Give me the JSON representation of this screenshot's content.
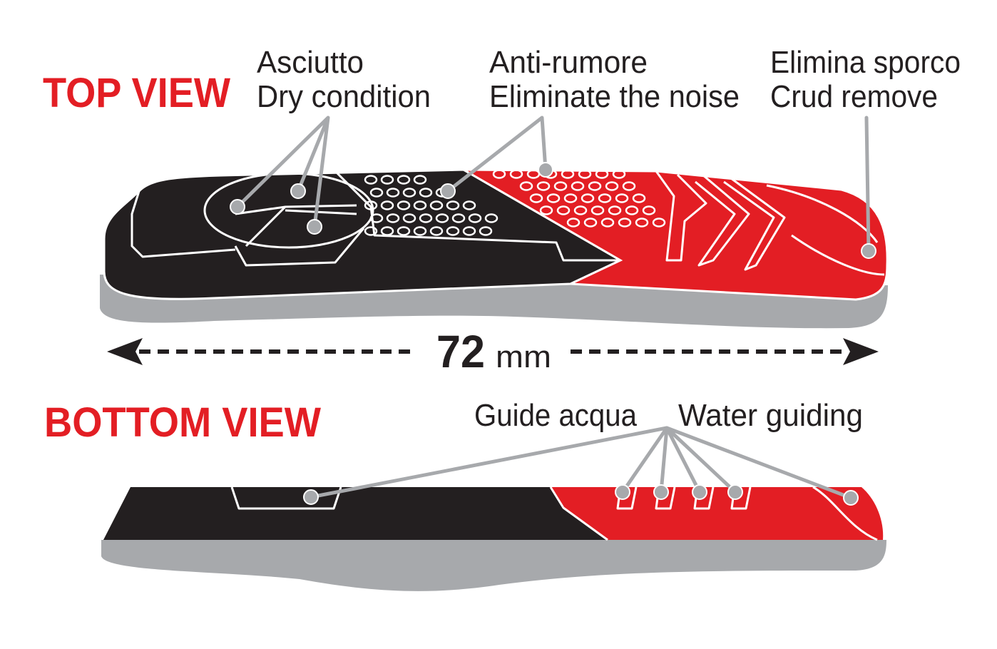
{
  "top_view": {
    "title": "TOP VIEW",
    "labels": {
      "dry_it": "Asciutto",
      "dry_en": "Dry condition",
      "noise_it": "Anti-rumore",
      "noise_en": "Eliminate the noise",
      "crud_it": "Elimina sporco",
      "crud_en": "Crud remove"
    }
  },
  "dimension": {
    "value": "72",
    "unit": "mm"
  },
  "bottom_view": {
    "title": "BOTTOM VIEW",
    "labels": {
      "water_it": "Guide acqua",
      "water_en": "Water guiding"
    }
  },
  "colors": {
    "red": "#e31e24",
    "black": "#231f20",
    "gray": "#a7a9ac"
  }
}
